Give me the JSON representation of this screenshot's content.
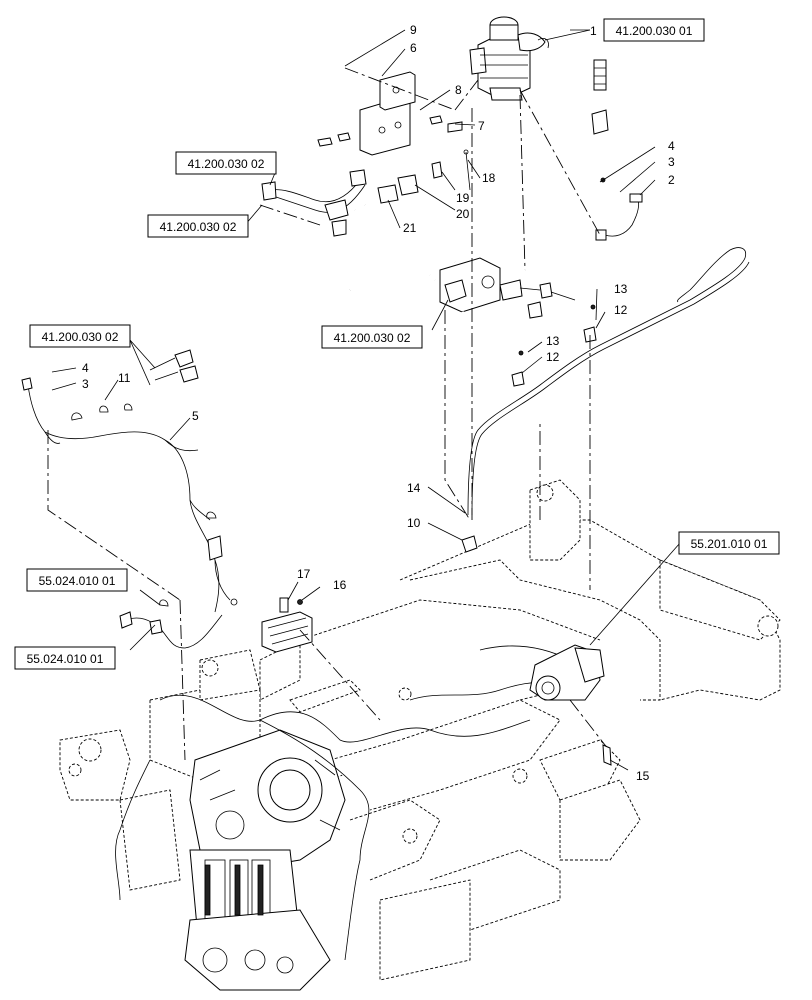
{
  "references": [
    {
      "id": "ref-1",
      "text": "41.200.030 01"
    },
    {
      "id": "ref-2",
      "text": "41.200.030 02"
    },
    {
      "id": "ref-3",
      "text": "41.200.030 02"
    },
    {
      "id": "ref-4",
      "text": "41.200.030 02"
    },
    {
      "id": "ref-5",
      "text": "41.200.030 02"
    },
    {
      "id": "ref-6",
      "text": "55.024.010 01"
    },
    {
      "id": "ref-7",
      "text": "55.024.010 01"
    },
    {
      "id": "ref-8",
      "text": "55.201.010 01"
    }
  ],
  "callouts": [
    "1",
    "9",
    "6",
    "8",
    "7",
    "4",
    "3",
    "2",
    "18",
    "19",
    "20",
    "21",
    "13",
    "12",
    "13",
    "12",
    "4",
    "3",
    "11",
    "5",
    "14",
    "10",
    "17",
    "16",
    "15"
  ]
}
